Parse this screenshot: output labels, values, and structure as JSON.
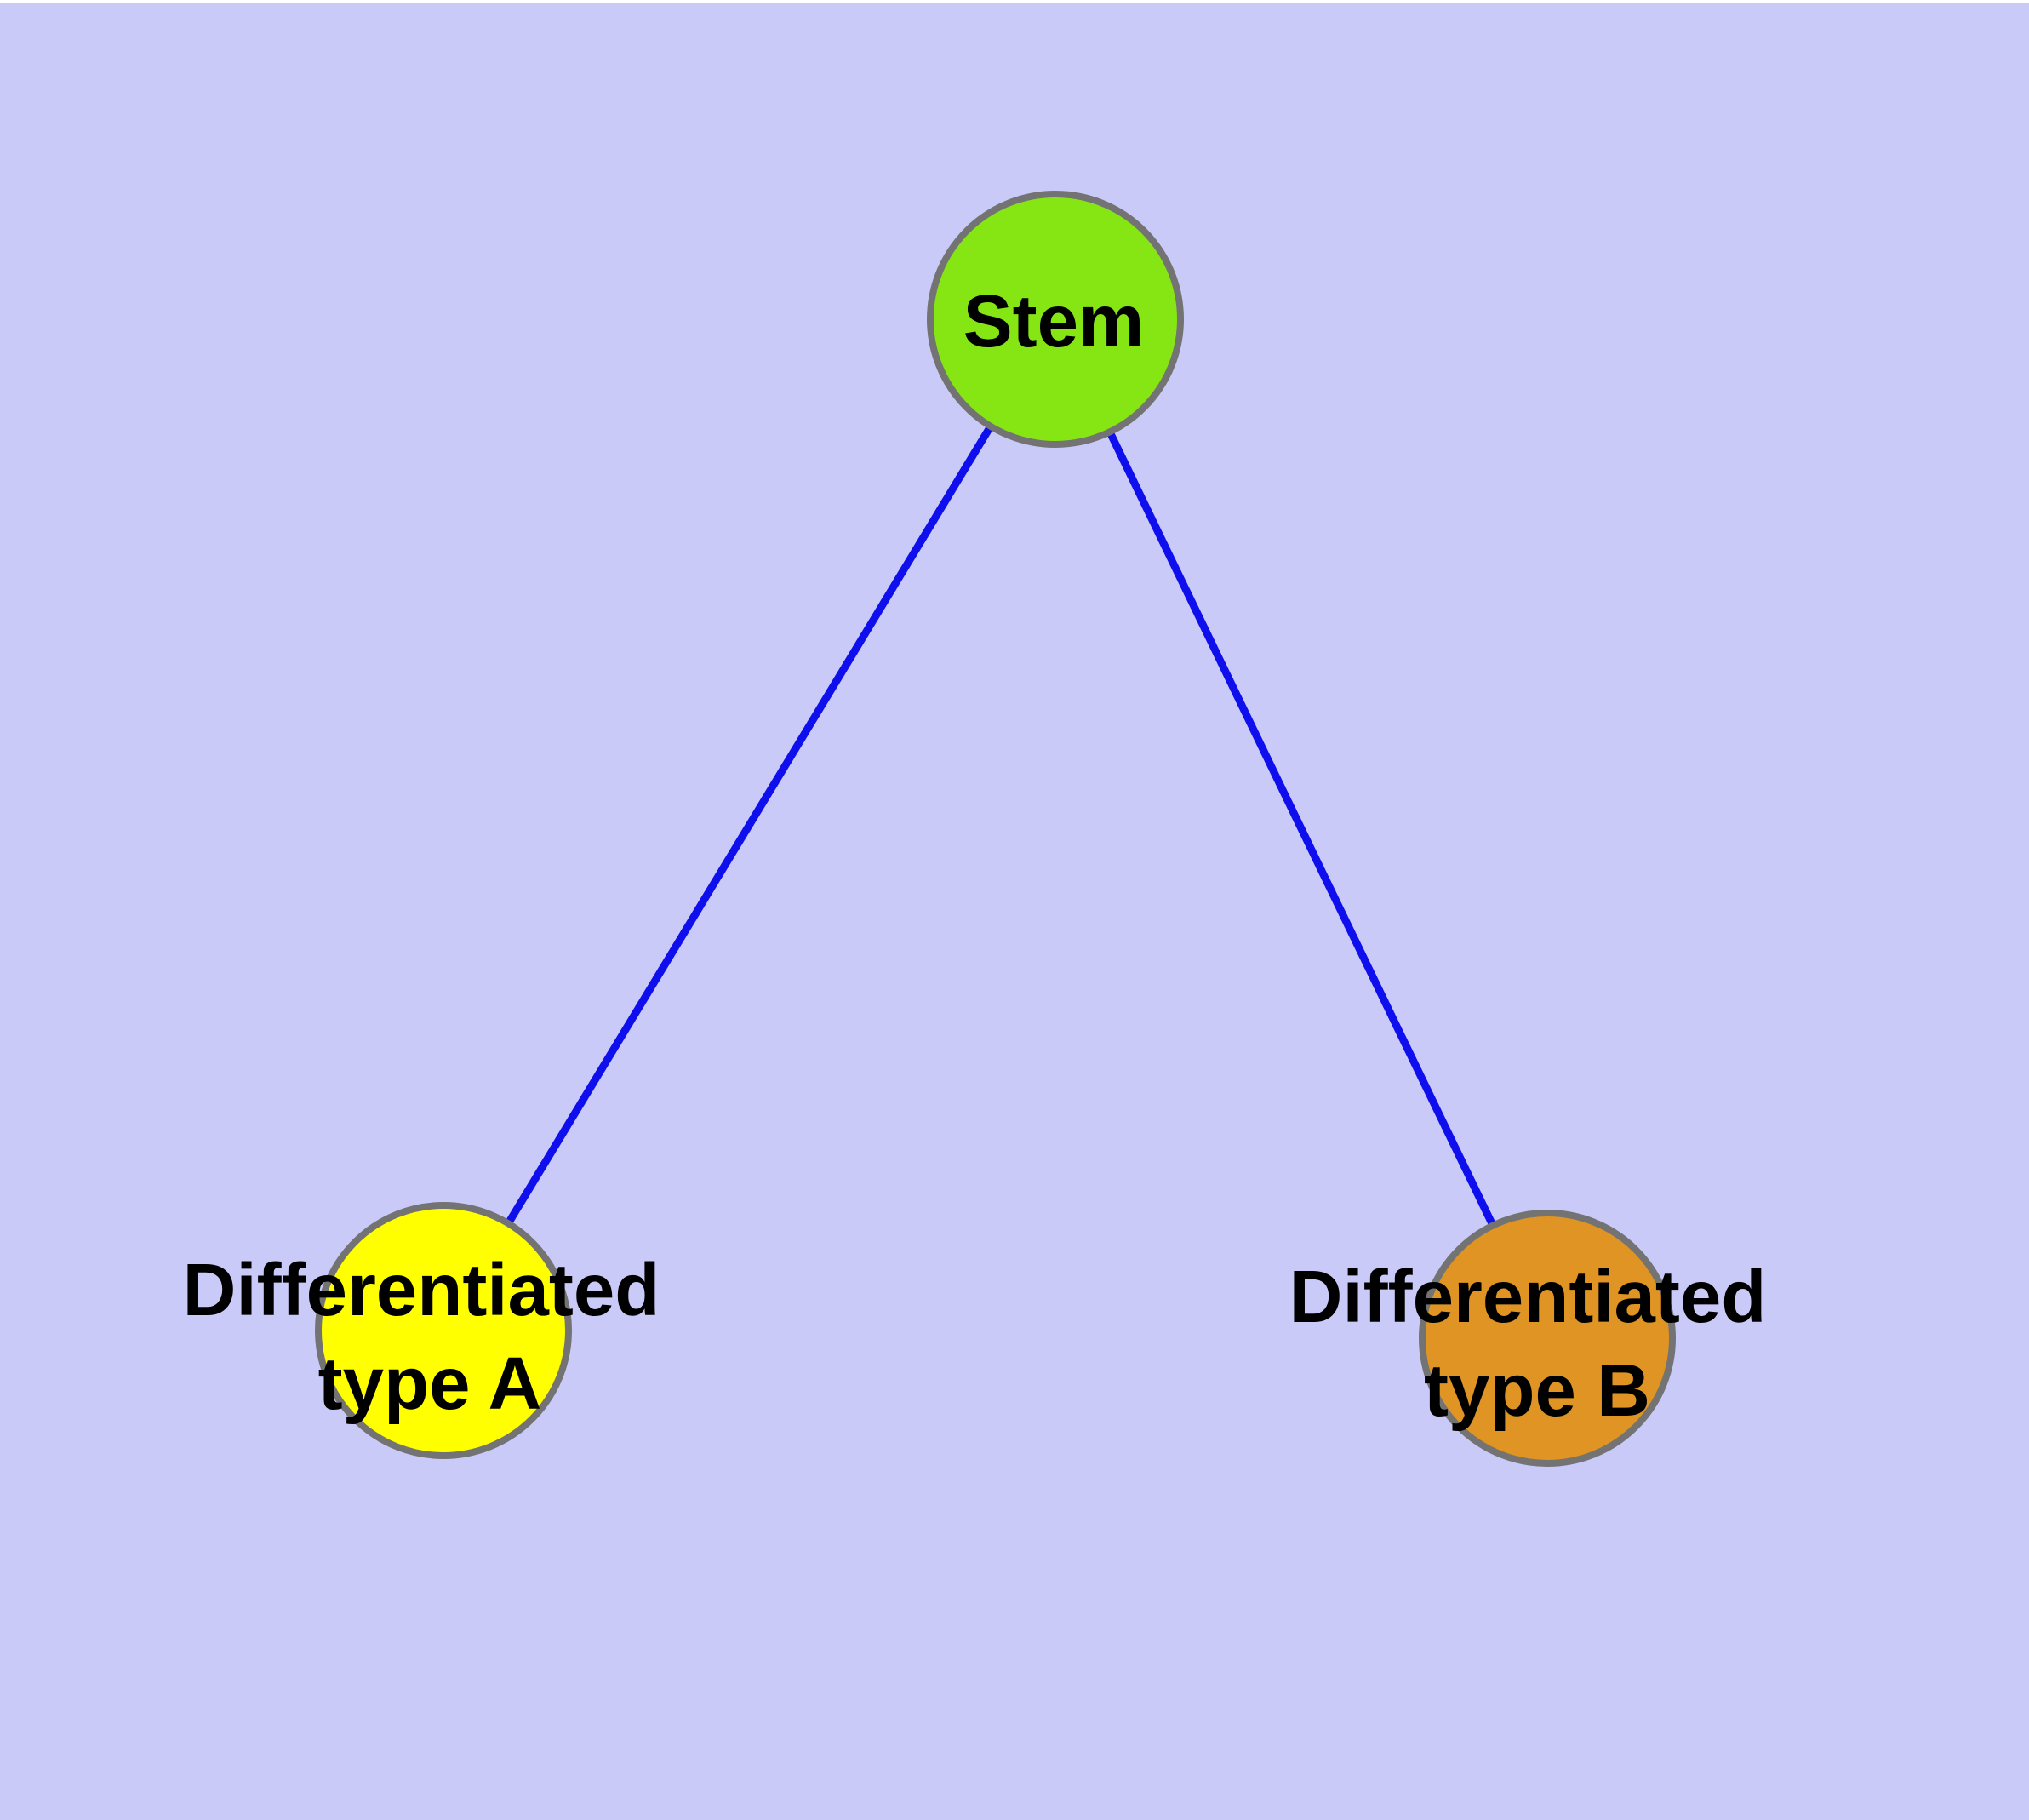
{
  "diagram": {
    "background_color": "#cacaf9",
    "top_strip_color": "#ffffff",
    "edge_color": "#0f0fee",
    "node_border_color": "#737373",
    "label_color": "#000000",
    "nodes": [
      {
        "id": "stem",
        "label": "Stem",
        "fill": "#85e614"
      },
      {
        "id": "differentiated-type-a",
        "label_line1": "Differentiated",
        "label_line2": "type A",
        "fill": "#ffff00"
      },
      {
        "id": "differentiated-type-b",
        "label_line1": "Differentiated",
        "label_line2": "type B",
        "fill": "#e09423"
      }
    ],
    "edges": [
      {
        "from": "Stem",
        "to": "Differentiated type A"
      },
      {
        "from": "Stem",
        "to": "Differentiated type B"
      }
    ]
  }
}
